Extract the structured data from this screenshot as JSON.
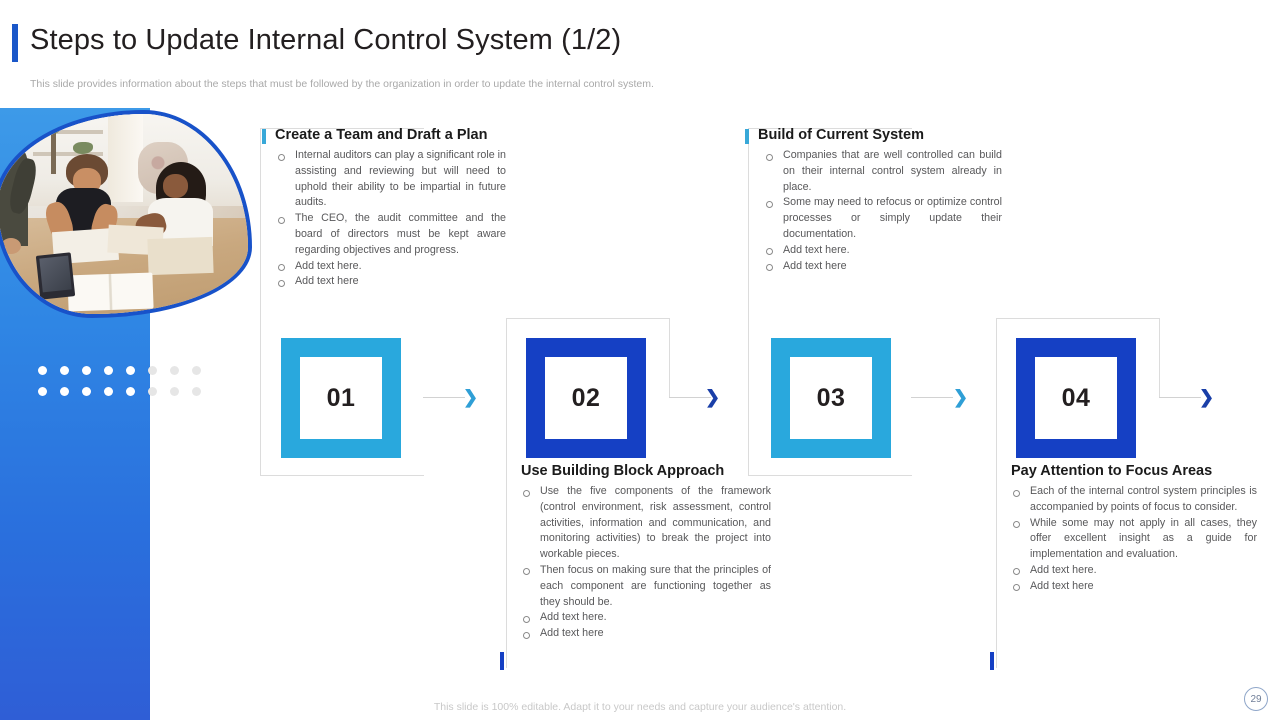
{
  "header": {
    "title": "Steps to Update Internal Control System (1/2)",
    "subtitle": "This slide provides information about the steps that must be followed by the organization in order to update the internal control system."
  },
  "colors": {
    "cyan": "#29a8dd",
    "navy": "#1540c4",
    "accent_teal": "#38a8d8",
    "title_rule": "#1a57c9",
    "sidebar_top": "#3d9ae8",
    "sidebar_bottom": "#2f5ed6",
    "body_text": "#58585a",
    "subtitle_text": "#a9a9a9",
    "frame_border": "#dcdcdc"
  },
  "steps": [
    {
      "number": "01",
      "box_style": "cyan",
      "title": "Create a Team and Draft a Plan",
      "bullets": [
        "Internal auditors can play a significant role in assisting and reviewing  but will need to uphold their ability to be impartial in future audits.",
        "The CEO, the audit committee and the board of directors must be kept aware regarding objectives and progress.",
        "Add text here.",
        "Add text here"
      ]
    },
    {
      "number": "02",
      "box_style": "navy",
      "title": "Use Building Block Approach",
      "bullets": [
        "Use the five components of the framework (control environment, risk assessment, control activities, information and communication, and monitoring activities) to break the project into workable pieces.",
        "Then focus on making sure that the principles of each component are functioning together as they should be.",
        "Add text here.",
        "Add text here"
      ]
    },
    {
      "number": "03",
      "box_style": "cyan",
      "title": "Build of Current System",
      "bullets": [
        "Companies that are well controlled can build on their internal control system already in place.",
        "Some may need to refocus or optimize control processes or simply update their documentation.",
        "Add text here.",
        "Add text here"
      ]
    },
    {
      "number": "04",
      "box_style": "navy",
      "title": "Pay Attention to Focus Areas",
      "bullets": [
        "Each of the internal control system principles is accompanied by points of focus to consider.",
        "While some may not apply in all cases, they offer excellent insight as a guide for implementation and evaluation.",
        "Add text here.",
        "Add text here"
      ]
    }
  ],
  "connectors": {
    "chevron_glyph": "❯"
  },
  "footer": {
    "note": "This slide is 100% editable. Adapt it to your needs and capture your audience's attention.",
    "page_number": "29"
  }
}
